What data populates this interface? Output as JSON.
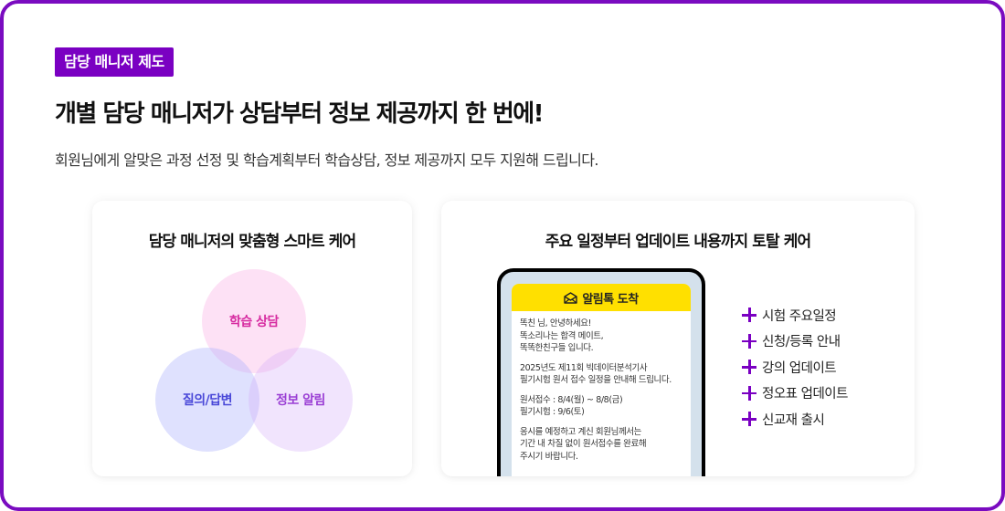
{
  "colors": {
    "accent": "#7a00c2",
    "frame_border": "#7a0bc0",
    "kakao_yellow": "#ffe000",
    "phone_screen": "#d4e1ec",
    "circle_pink_text": "#d62aa0",
    "circle_blue_text": "#4a48d8",
    "circle_purple_text": "#9a3ed4"
  },
  "header": {
    "badge": "담당 매니저 제도",
    "title": "개별 담당 매니저가 상담부터 정보 제공까지 한 번에!",
    "subtitle": "회원님에게 알맞은 과정 선정 및 학습계획부터 학습상담, 정보 제공까지 모두 지원해 드립니다."
  },
  "left_card": {
    "title": "담당 매니저의 맞춤형 스마트 케어",
    "circles": [
      {
        "label": "학습 상담"
      },
      {
        "label": "질의/답변"
      },
      {
        "label": "정보 알림"
      }
    ]
  },
  "right_card": {
    "title": "주요 일정부터 업데이트 내용까지 토탈 케어",
    "phone": {
      "header_icon": "envelope-open-icon",
      "header": "알림톡 도착",
      "paragraphs": [
        [
          "똑친 님, 안녕하세요!",
          "똑소리나는 합격 메이트,",
          "똑똑한친구들 입니다."
        ],
        [
          "2025년도 제11회 빅데이터분석기사",
          "필기시험 원서 접수 일정을 안내해 드립니다."
        ],
        [
          "원서접수 : 8/4(월) ~ 8/8(금)",
          "필기시험 : 9/6(토)"
        ],
        [
          "응시를 예정하고 계신 회원님께서는",
          "기간 내 차질 없이 원서접수를 완료해",
          "주시기 바랍니다."
        ]
      ]
    },
    "checklist_icon": "plus-icon",
    "checklist": [
      "시험 주요일정",
      "신청/등록 안내",
      "강의 업데이트",
      "정오표 업데이트",
      "신교재 출시"
    ]
  }
}
